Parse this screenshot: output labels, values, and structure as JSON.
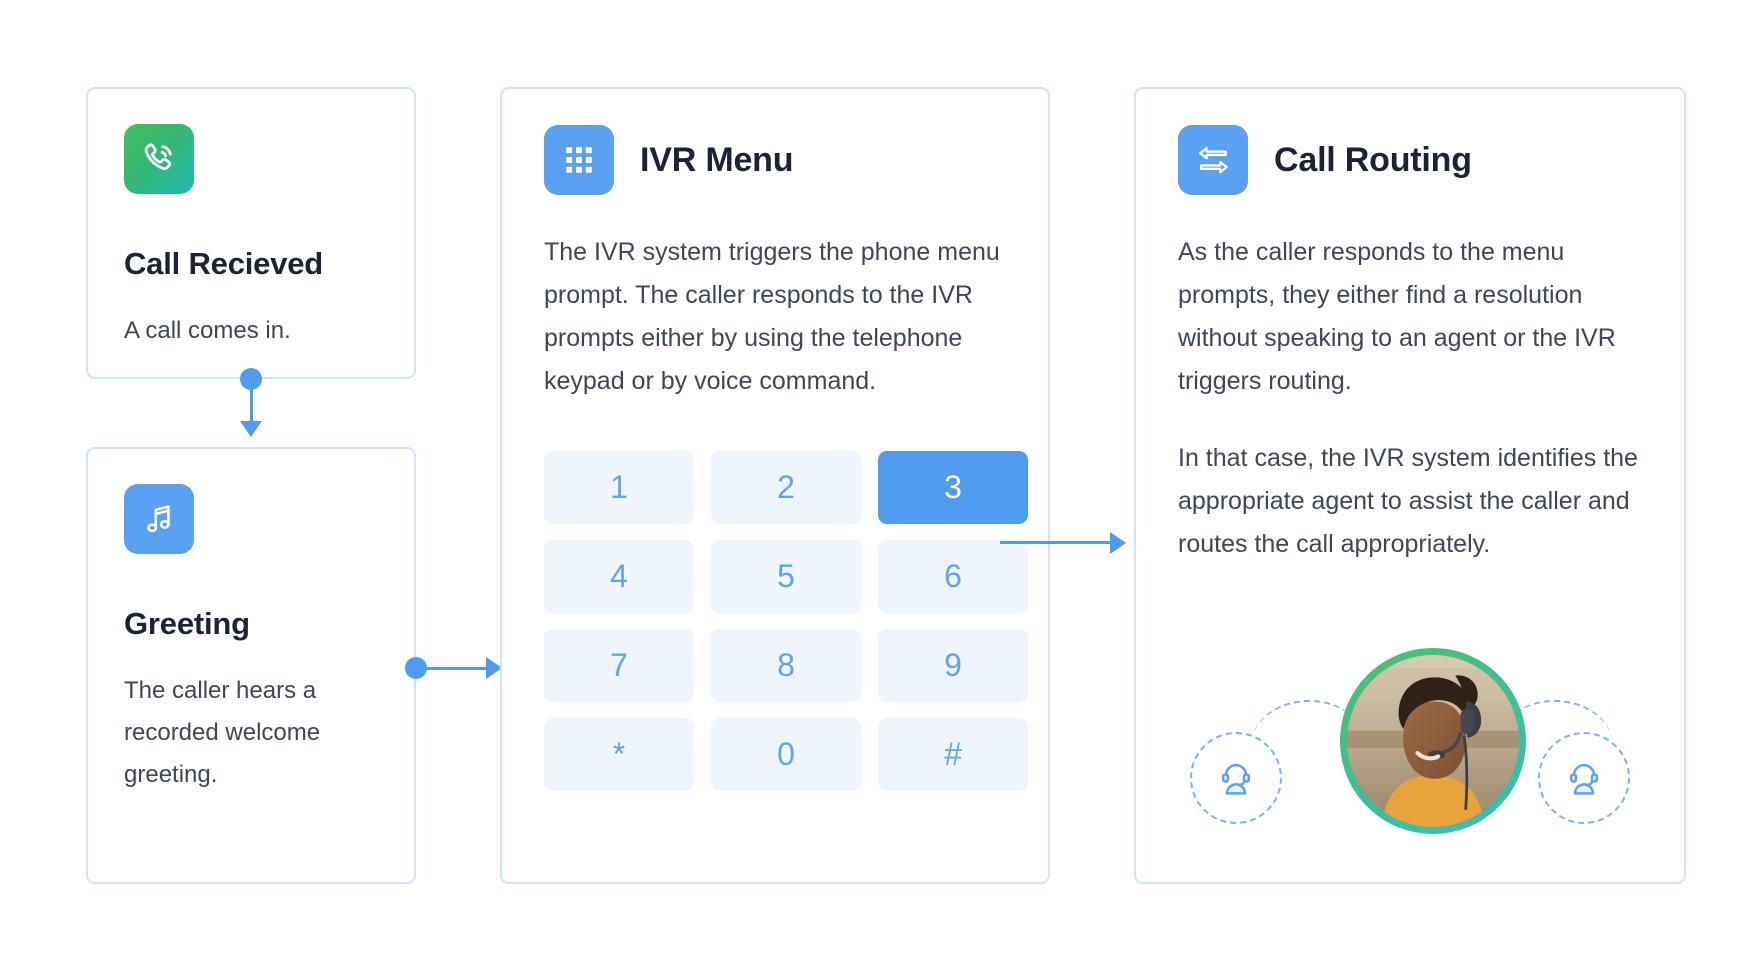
{
  "diagram": {
    "title": "IVR call flow",
    "accent_blue": "#4e9bf0",
    "key_active_color": "#509bf0",
    "card_border_color": "#cfe4fb",
    "icon_green_gradient": [
      "#42c057",
      "#24b9b4"
    ],
    "ring_green_gradient": [
      "#4cc06a",
      "#35bfb8"
    ]
  },
  "cards": {
    "call_received": {
      "icon": "phone-call-icon",
      "title": "Call Recieved",
      "body": "A call comes in."
    },
    "greeting": {
      "icon": "music-notes-icon",
      "title": "Greeting",
      "body": "The caller hears a recorded welcome greeting."
    },
    "ivr_menu": {
      "icon": "dialpad-grid-icon",
      "title": "IVR Menu",
      "body": "The IVR system triggers the phone menu prompt. The caller responds to the IVR prompts either by using the telephone keypad or by voice command.",
      "keypad": {
        "keys": [
          "1",
          "2",
          "3",
          "4",
          "5",
          "6",
          "7",
          "8",
          "9",
          "*",
          "0",
          "#"
        ],
        "active_key": "3"
      }
    },
    "call_routing": {
      "icon": "two-way-arrows-icon",
      "body_1": "As the caller responds to the menu prompts, they either find a resolution without speaking to an agent or the IVR triggers routing.",
      "body_2": "In that case, the IVR system identifies the appropriate agent to assist the caller and routes the call appropriately.",
      "title": "Call Routing",
      "agent_photo_alt": "Smiling call center agent wearing a headset",
      "satellites": [
        "headset-agent-icon",
        "headset-agent-icon"
      ]
    }
  }
}
